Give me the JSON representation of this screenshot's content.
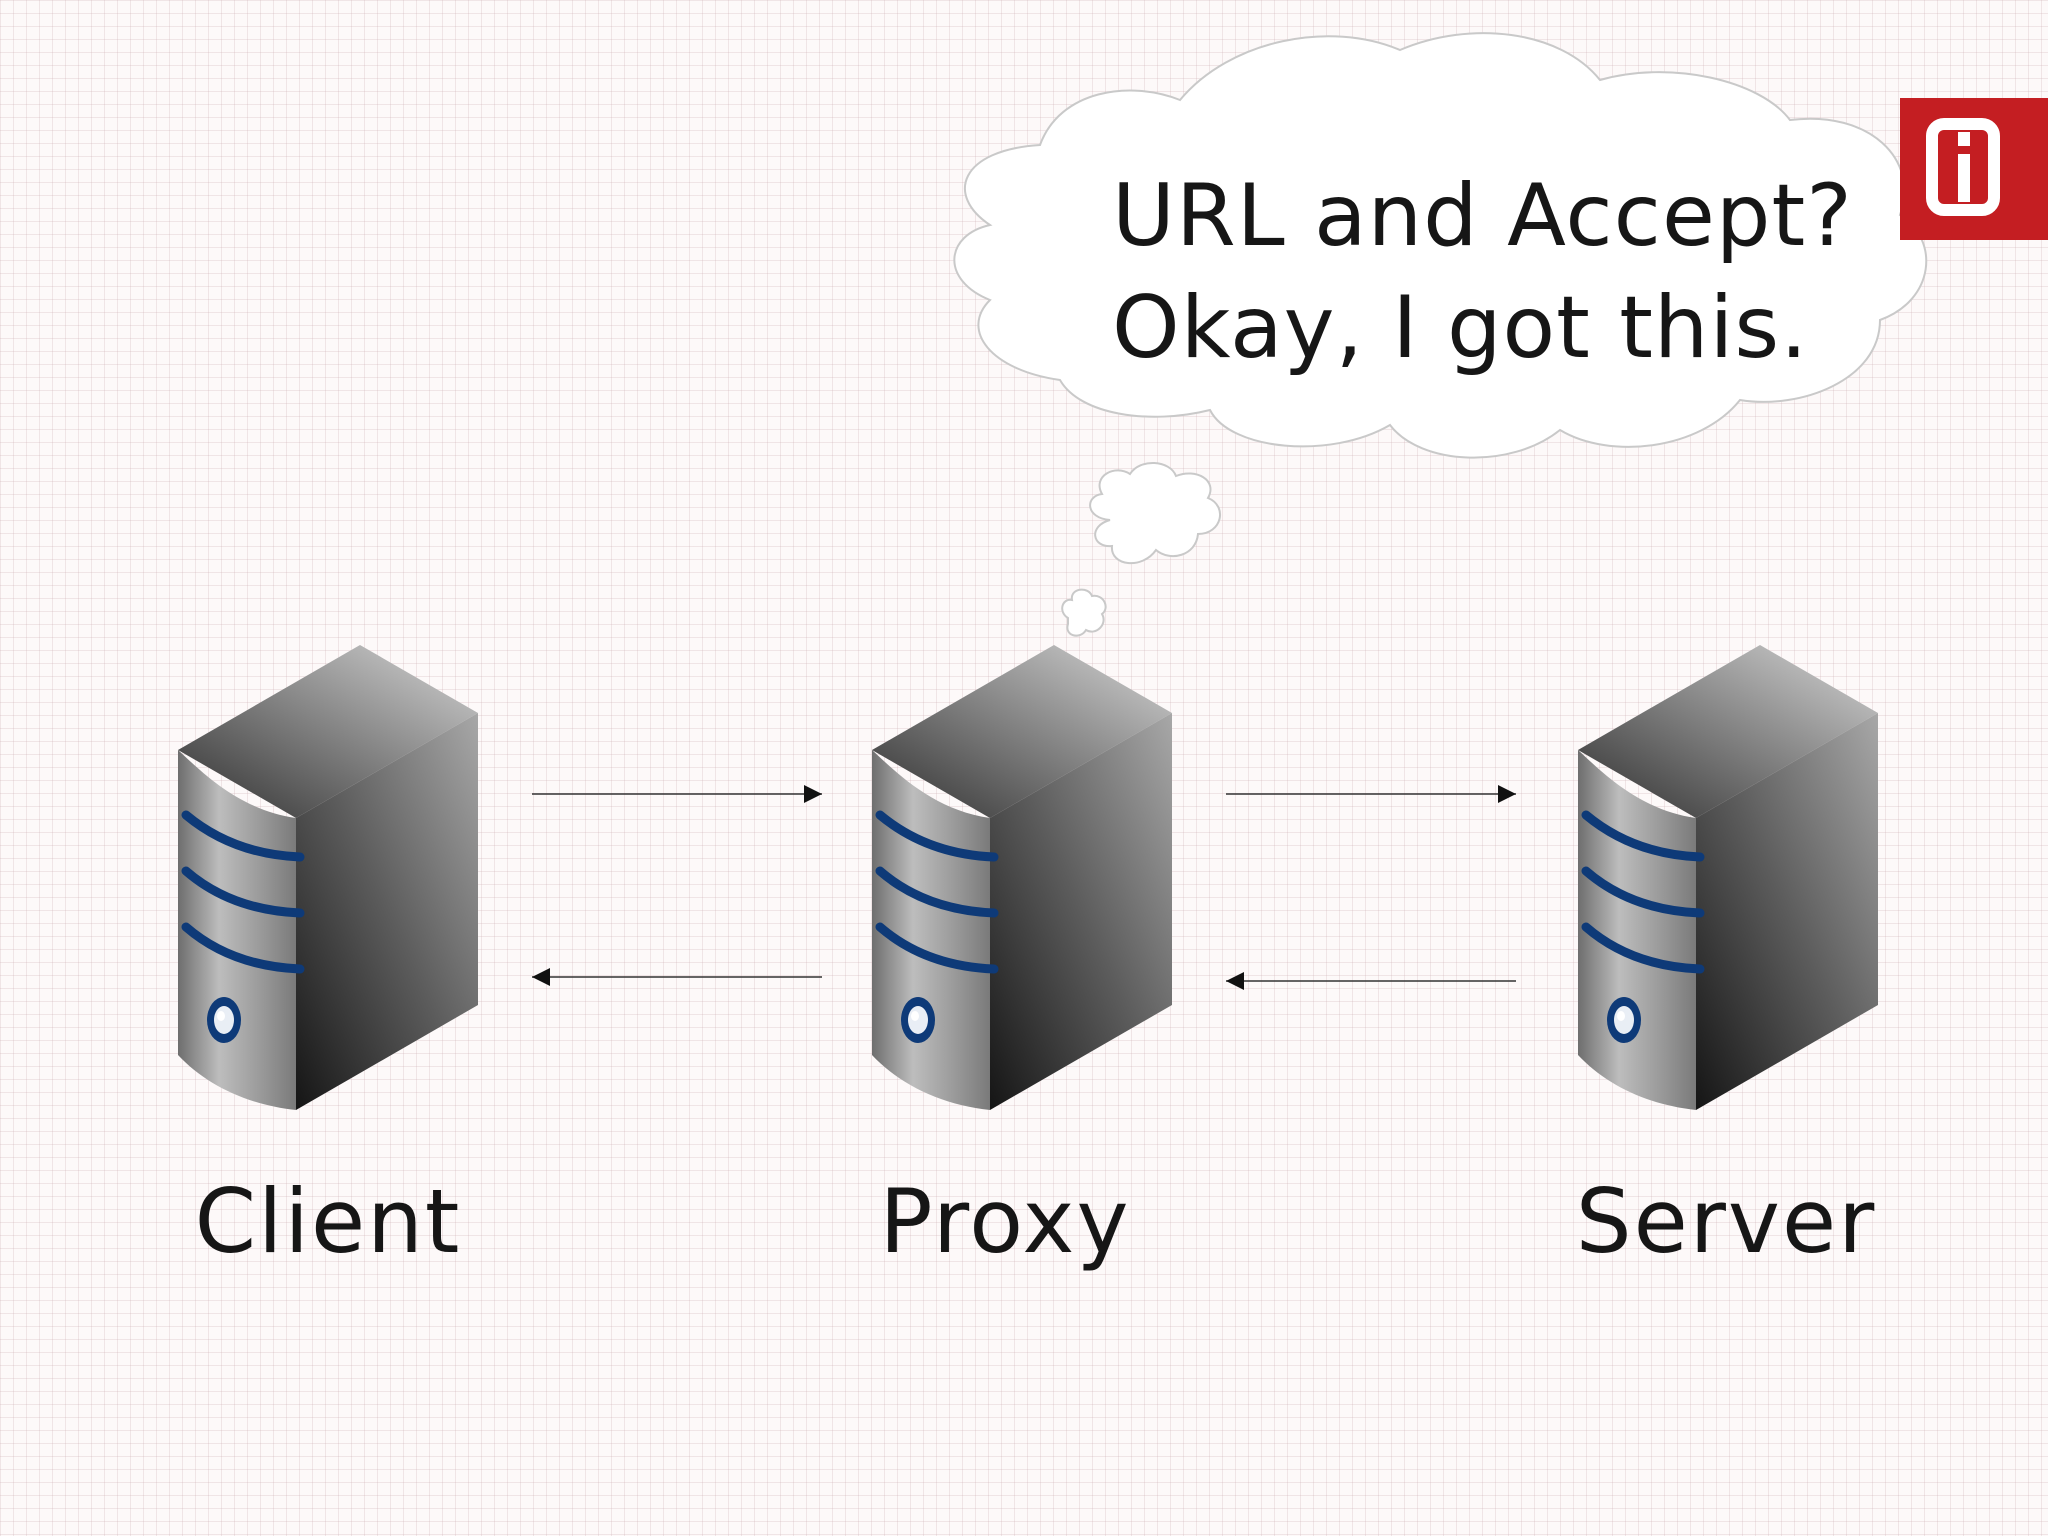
{
  "thought_bubble": {
    "line1": "URL and Accept?",
    "line2": "Okay, I got this."
  },
  "nodes": [
    {
      "id": "client",
      "label": "Client"
    },
    {
      "id": "proxy",
      "label": "Proxy"
    },
    {
      "id": "server",
      "label": "Server"
    }
  ],
  "edges": [
    {
      "from": "client",
      "to": "proxy"
    },
    {
      "from": "proxy",
      "to": "client"
    },
    {
      "from": "proxy",
      "to": "server"
    },
    {
      "from": "server",
      "to": "proxy"
    }
  ],
  "logo": {
    "text": "i",
    "color": "#c41e22"
  },
  "colors": {
    "stripe": "#0e3a78",
    "server_dark": "#3a3a3a",
    "server_light": "#d8d8d8"
  }
}
